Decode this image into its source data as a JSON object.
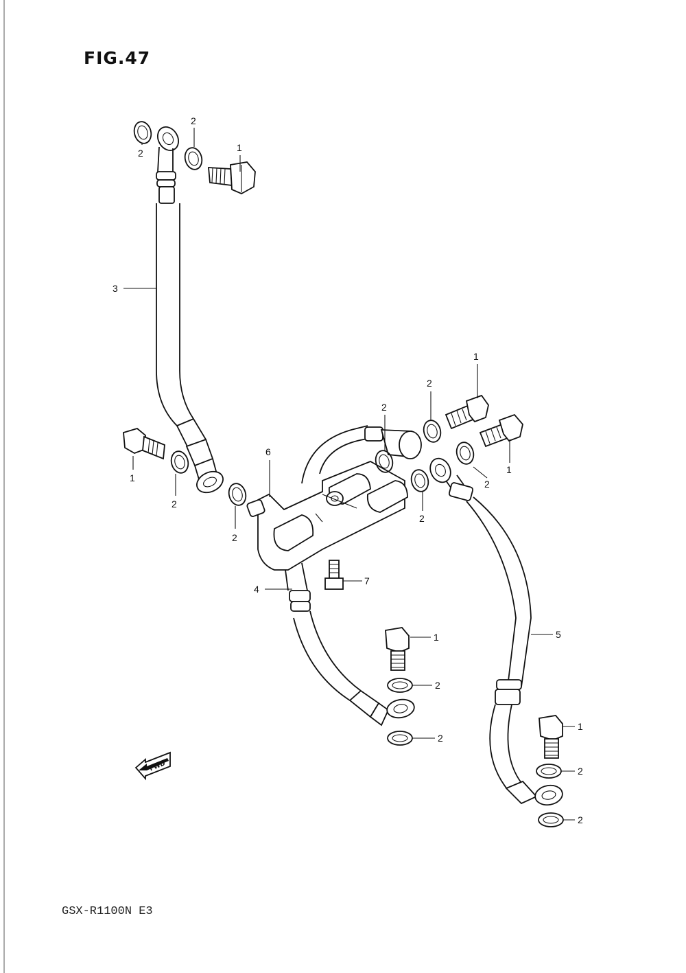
{
  "figure": {
    "title": "FIG.47",
    "model_code": "GSX-R1100N E3",
    "fwd_label": "FWD"
  },
  "callouts": [
    {
      "id": "c-1-top",
      "label": "1"
    },
    {
      "id": "c-2-top-left",
      "label": "2"
    },
    {
      "id": "c-2-top-mid",
      "label": "2"
    },
    {
      "id": "c-3",
      "label": "3"
    },
    {
      "id": "c-1-left",
      "label": "1"
    },
    {
      "id": "c-2-left-a",
      "label": "2"
    },
    {
      "id": "c-2-left-b",
      "label": "2"
    },
    {
      "id": "c-6",
      "label": "6"
    },
    {
      "id": "c-2-center-a",
      "label": "2"
    },
    {
      "id": "c-2-center-b",
      "label": "2"
    },
    {
      "id": "c-1-right-a",
      "label": "1"
    },
    {
      "id": "c-1-right-b",
      "label": "1"
    },
    {
      "id": "c-2-right-a",
      "label": "2"
    },
    {
      "id": "c-2-right-b",
      "label": "2"
    },
    {
      "id": "c-4",
      "label": "4"
    },
    {
      "id": "c-7",
      "label": "7"
    },
    {
      "id": "c-5",
      "label": "5"
    },
    {
      "id": "c-1-lower-mid",
      "label": "1"
    },
    {
      "id": "c-2-lower-mid-a",
      "label": "2"
    },
    {
      "id": "c-2-lower-mid-b",
      "label": "2"
    },
    {
      "id": "c-1-lower-right",
      "label": "1"
    },
    {
      "id": "c-2-lower-right-a",
      "label": "2"
    },
    {
      "id": "c-2-lower-right-b",
      "label": "2"
    }
  ]
}
